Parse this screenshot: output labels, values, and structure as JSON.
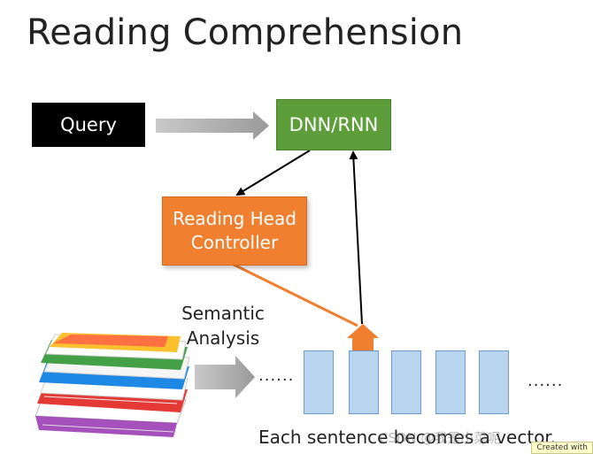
{
  "title": "Reading Comprehension",
  "query_label": "Query",
  "dnn_label": "DNN/RNN",
  "reading_head_line1": "Reading Head",
  "reading_head_line2": "Controller",
  "semantic_line1": "Semantic",
  "semantic_line2": "Analysis",
  "dots_left": "......",
  "dots_right": "......",
  "caption": "Each sentence becomes a vector.",
  "watermark": "CSDN @我是小菜呢",
  "created_with": "Created with",
  "colors": {
    "query": "#000000",
    "dnn": "#5e9e3a",
    "reading_head": "#f07f2f",
    "vector": "#b9d4ef",
    "arrow_gray": "#a6a6a6"
  },
  "icons": [
    "document-stack-icon"
  ]
}
